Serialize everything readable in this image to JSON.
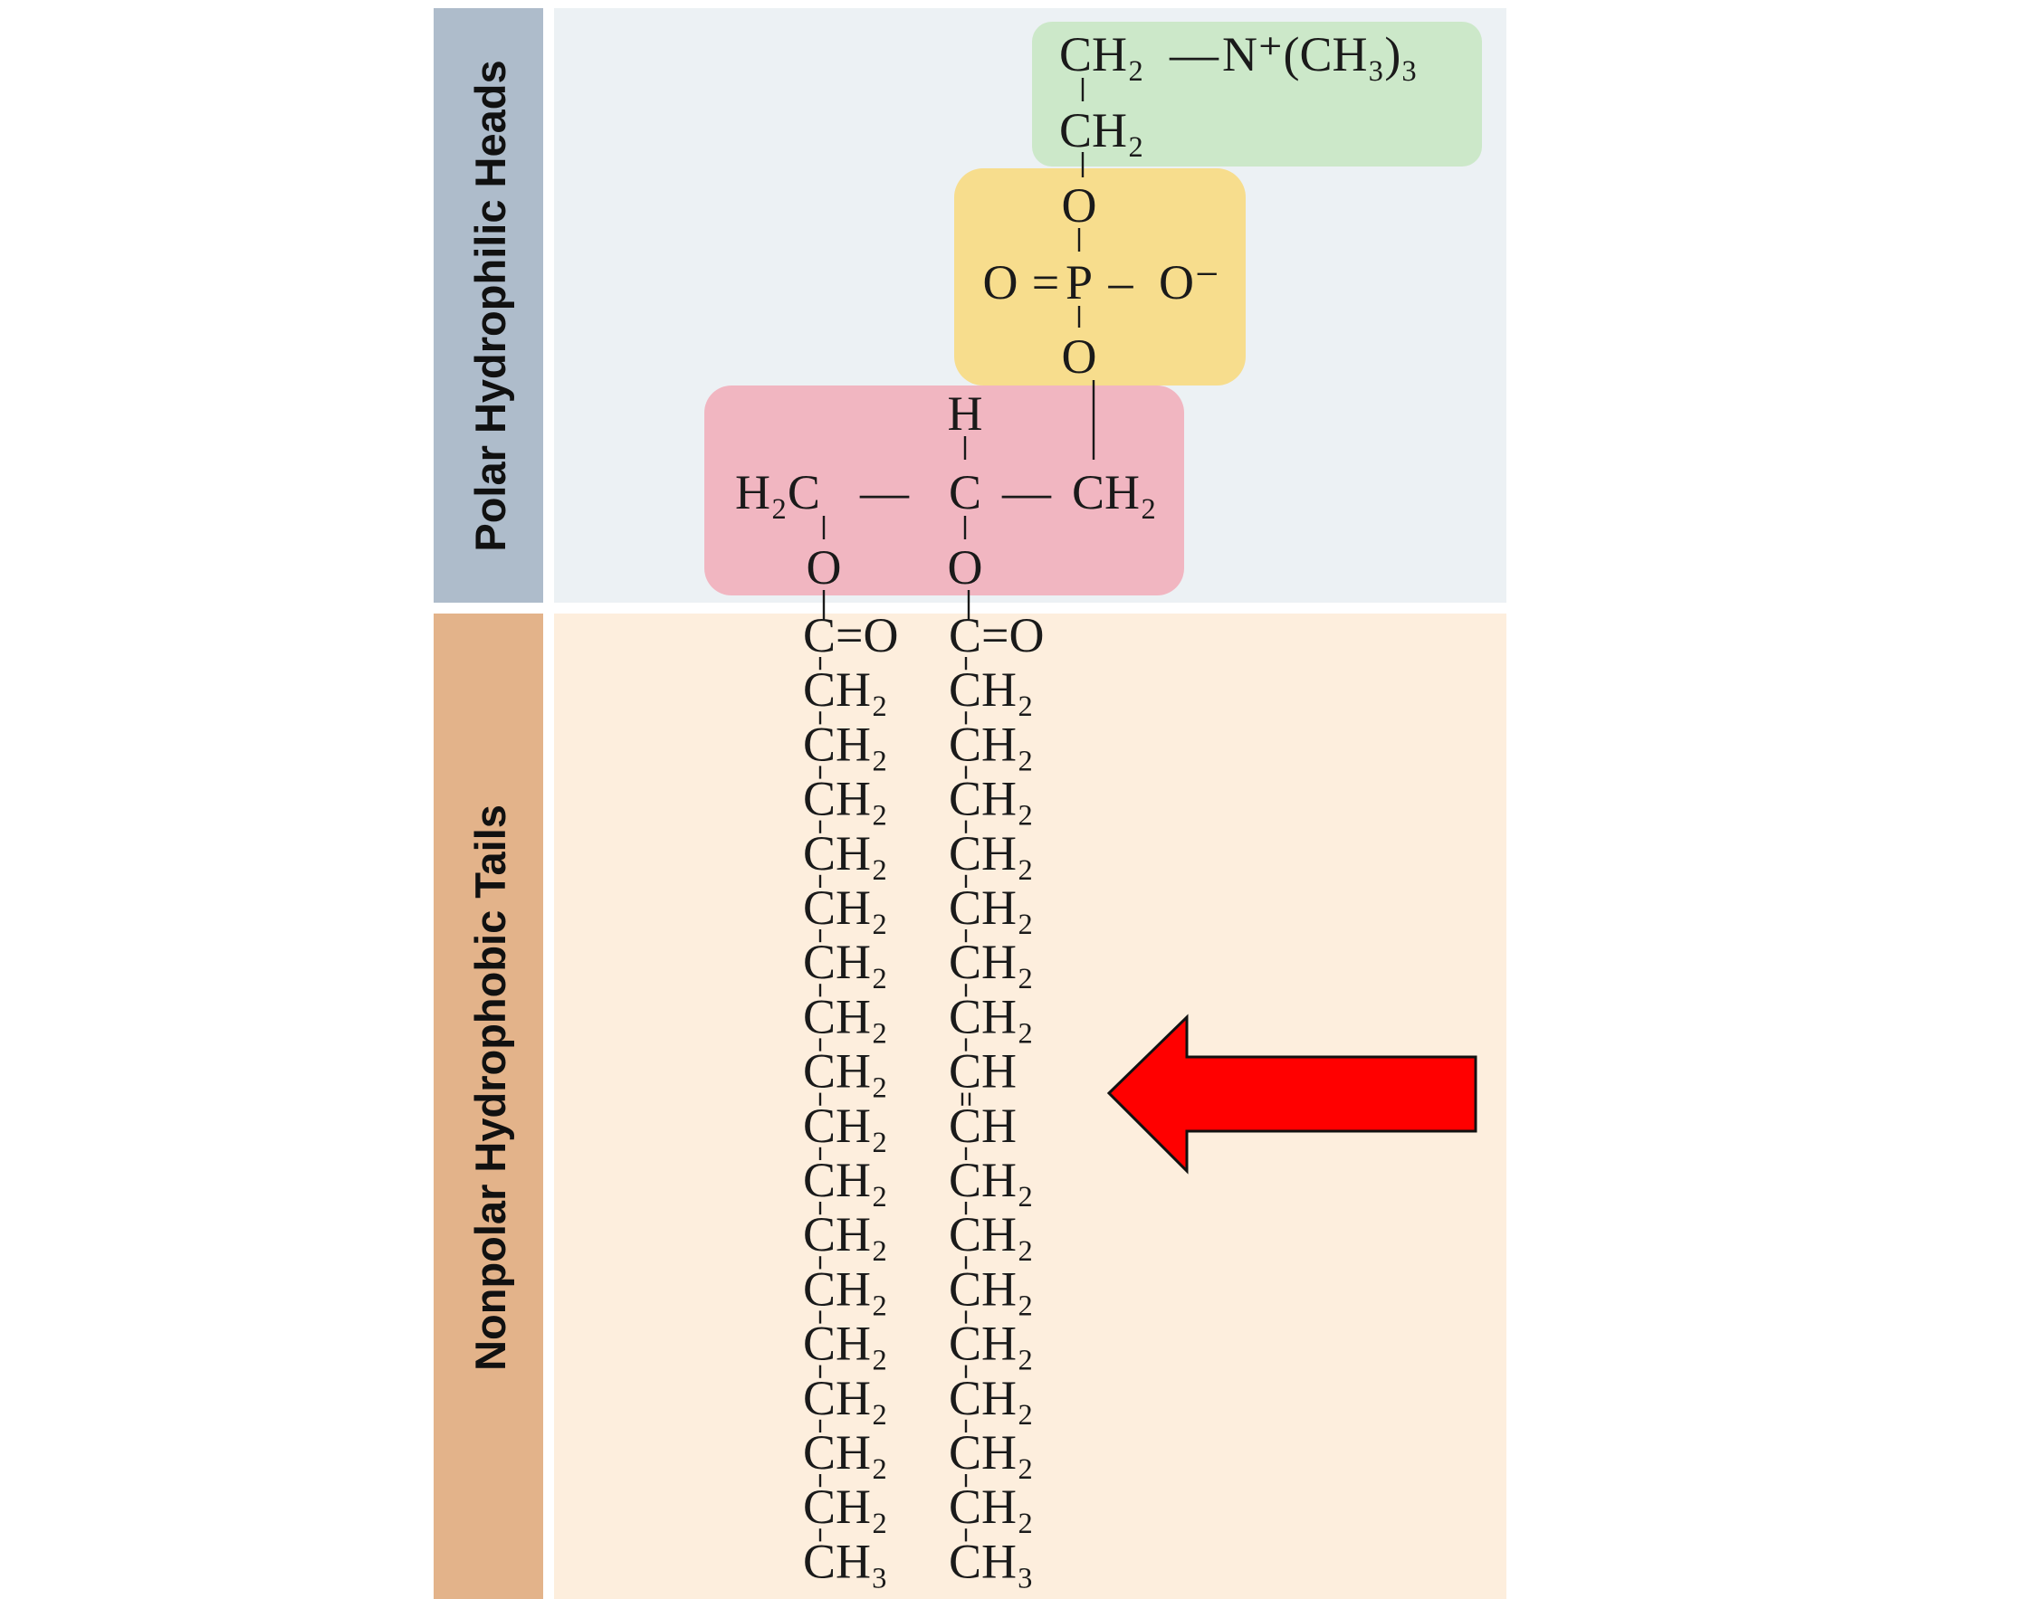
{
  "labels": {
    "heads": "Polar Hydrophilic Heads",
    "tails": "Nonpolar Hydrophobic Tails"
  },
  "colors": {
    "heads_label_bg": "#aebccb",
    "tails_label_bg": "#e3b38a",
    "heads_panel_bg": "#ecf1f4",
    "tails_panel_bg": "#fdeedd",
    "choline_bg": "#cce8c9",
    "phosphate_bg": "#f7dd8d",
    "glycerol_bg": "#f1b6c1",
    "arrow": "#ff0000"
  },
  "choline": {
    "ch2_top": "CH₂",
    "bond_to_n": "—",
    "ammonium": "N⁺(CH₃)₃",
    "ch2_bottom": "CH₂"
  },
  "phosphate": {
    "o_top": "O",
    "o_double": "O",
    "double_bond": "=",
    "phosphorus": "P",
    "single_bond": "–",
    "o_minus": "O⁻",
    "o_bottom": "O"
  },
  "glycerol": {
    "h": "H",
    "left": "H₂C",
    "bond_left": "—",
    "center": "C",
    "bond_right": "—",
    "right": "CH₂",
    "o_left": "O",
    "o_right": "O"
  },
  "tail_left": [
    "C=O",
    "CH₂",
    "CH₂",
    "CH₂",
    "CH₂",
    "CH₂",
    "CH₂",
    "CH₂",
    "CH₂",
    "CH₂",
    "CH₂",
    "CH₂",
    "CH₂",
    "CH₂",
    "CH₂",
    "CH₂",
    "CH₂",
    "CH₃"
  ],
  "tail_right": [
    "C=O",
    "CH₂",
    "CH₂",
    "CH₂",
    "CH₂",
    "CH₂",
    "CH₂",
    "CH₂",
    "CH",
    "CH",
    "CH₂",
    "CH₂",
    "CH₂",
    "CH₂",
    "CH₂",
    "CH₂",
    "CH₂",
    "CH₃"
  ],
  "tail_right_double_bond_after_index": 8,
  "pointer": {
    "icon": "left-arrow-icon",
    "points_to": "cis double bond CH=CH"
  }
}
